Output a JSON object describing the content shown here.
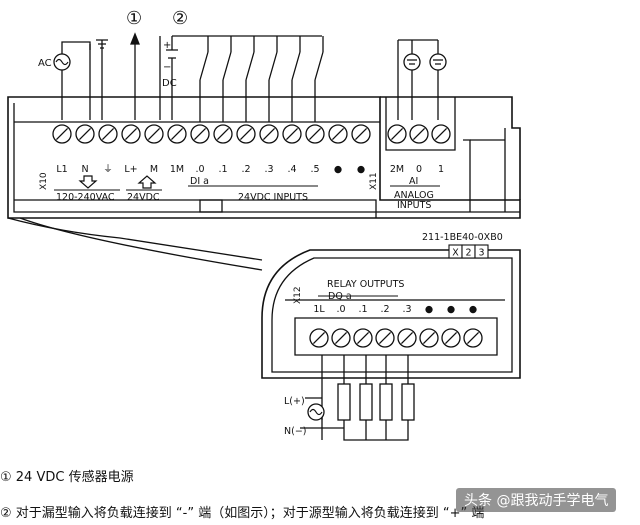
{
  "top_labels": {
    "ac": "AC",
    "dc": "DC",
    "marker1": "①",
    "marker2": "②",
    "dc_plus": "+",
    "dc_minus": "−"
  },
  "upper_terminals": [
    "L1",
    "N",
    "⏚",
    "L+",
    "M",
    "1M",
    ".0",
    ".1",
    ".2",
    ".3",
    ".4",
    ".5",
    "●",
    "●"
  ],
  "upper_group_labels": {
    "x10": "X10",
    "x11": "X11",
    "power_ac": "120-240VAC",
    "power_dc": "24VDC",
    "di": "DI a",
    "di_inputs": "24VDC INPUTS"
  },
  "analog": {
    "terminals": [
      "2M",
      "0",
      "1"
    ],
    "label_ai": "AI",
    "label_title_1": "ANALOG",
    "label_title_2": "INPUTS"
  },
  "model": {
    "number": "211-1BE40-0XB0",
    "boxes": [
      "X",
      "2",
      "3"
    ]
  },
  "relay": {
    "x12": "X12",
    "title": "RELAY OUTPUTS",
    "dq": "DQ a",
    "terminals": [
      "1L",
      ".0",
      ".1",
      ".2",
      ".3",
      "●",
      "●",
      "●"
    ],
    "l_plus": "L(+)",
    "n_minus": "N(−)"
  },
  "notes": {
    "note1": "① 24 VDC 传感器电源",
    "note2": "② 对于漏型输入将负载连接到 “-” 端（如图示）；对于源型输入将负载连接到 “+” 端"
  },
  "watermark": "头条 @跟我动手学电气"
}
